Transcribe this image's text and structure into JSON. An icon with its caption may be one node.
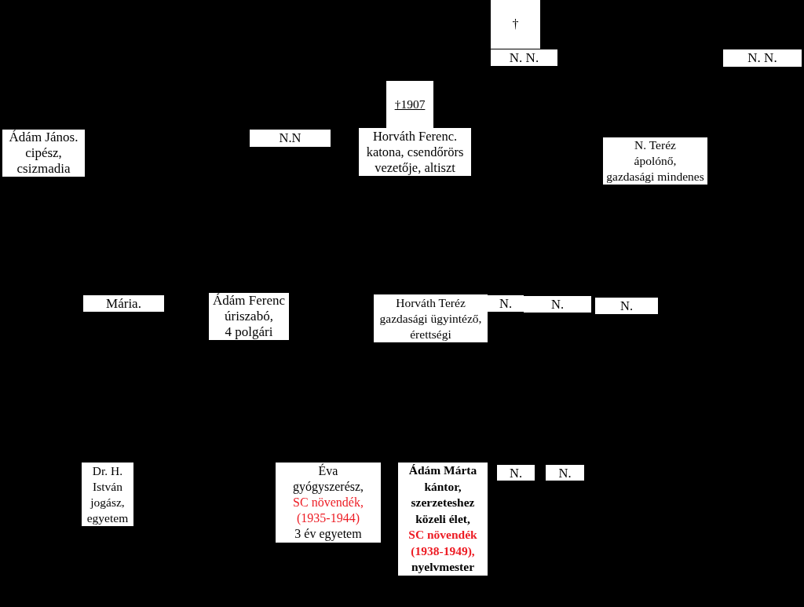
{
  "diagram": {
    "nodes": [
      {
        "text": [
          "†"
        ]
      },
      {
        "text": [
          "N. N."
        ]
      },
      {
        "text": [
          "N. N."
        ]
      },
      {
        "text": [
          "†1907"
        ]
      },
      {
        "text": [
          "Ádám János.",
          "cipész, csizmadia"
        ]
      },
      {
        "text": [
          "N.N"
        ]
      },
      {
        "text": [
          "Horváth Ferenc.",
          "katona, csendőrörs vezetője, altiszt"
        ]
      },
      {
        "text": [
          "N. Teréz",
          "ápolónő,",
          "gazdasági mindenes"
        ]
      },
      {
        "text": [
          "Mária."
        ]
      },
      {
        "text": [
          "Ádám Ferenc",
          "úriszabó,",
          "4 polgári"
        ]
      },
      {
        "text": [
          "Horváth Teréz",
          "gazdasági ügyintéző, érettségi"
        ]
      },
      {
        "text": [
          "N."
        ]
      },
      {
        "text": [
          "N."
        ]
      },
      {
        "text": [
          "N."
        ]
      },
      {
        "text": [
          "Dr. H. István",
          "jogász, egyetem"
        ]
      },
      {
        "text": [
          "Éva",
          "gyógyszerész,",
          "SC növendék, (1935-1944)",
          "3 év egyetem"
        ]
      },
      {
        "text": [
          "Ádám Márta",
          "kántor, szerzeteshez közeli élet,",
          "SC növendék (1938-1949),",
          "nyelvmester"
        ]
      },
      {
        "text": [
          "N."
        ]
      },
      {
        "text": [
          "N."
        ]
      }
    ]
  }
}
